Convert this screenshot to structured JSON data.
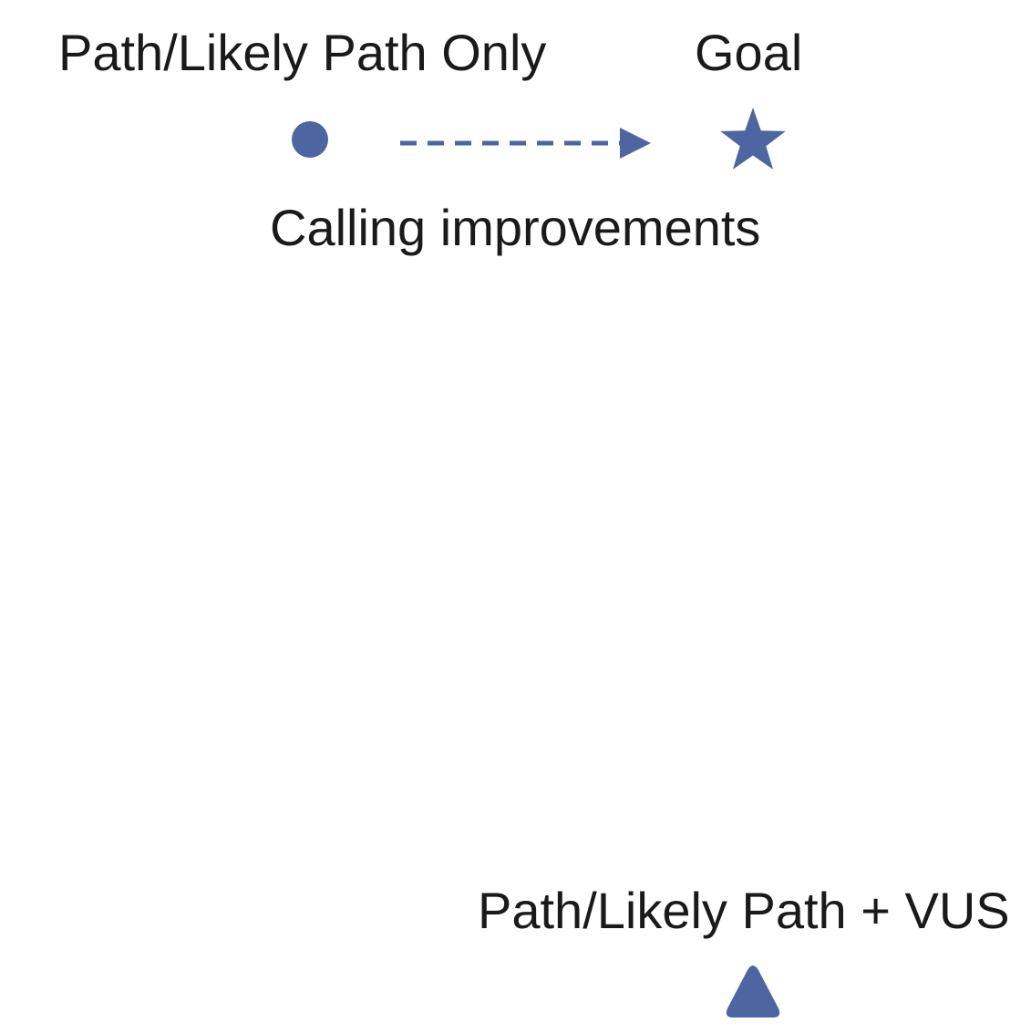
{
  "labels": {
    "start": "Path/Likely Path Only",
    "goal": "Goal",
    "transition": "Calling improvements",
    "alternate": "Path/Likely Path + VUS"
  },
  "icons": {
    "start": "circle-marker-icon",
    "goal": "star-marker-icon",
    "alternate": "triangle-marker-icon",
    "connector": "dashed-arrow-icon"
  },
  "colors": {
    "marker": "#4d65a0",
    "text": "#1a1a1a",
    "background": "#ffffff"
  }
}
